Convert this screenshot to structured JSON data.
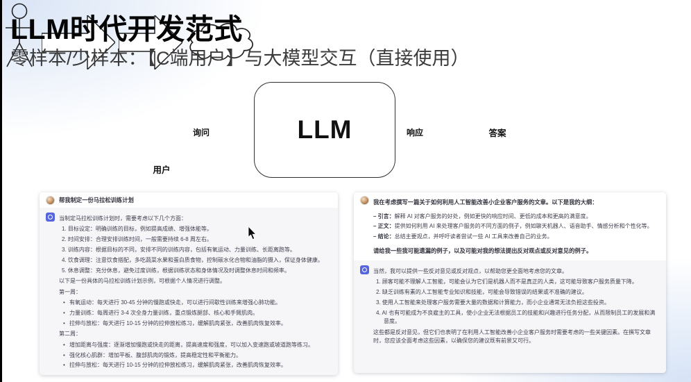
{
  "slide": {
    "title": "LLM时代开发范式",
    "subtitle": "零样本/少样本：【C端用户】与大模型交互（直接使用）"
  },
  "diagram": {
    "actor_label": "用户",
    "query_arrow_label": "询问",
    "model_label": "LLM",
    "response_arrow_label": "响应",
    "answer_label": "答案"
  },
  "left_chat": {
    "user_message": "帮我制定一份马拉松训练计划",
    "assistant": {
      "intro": "当制定马拉松训练计划时，需要考虑以下几个方面：",
      "numbered_items": [
        "1. 目标设定：明确训练的目标，例如提高成绩、增强体能等。",
        "2. 时间安排：合理安排训练时间，一般需要持续 6-8 周左右。",
        "3. 训练内容：根据目标的不同，安排不同的训练内容，包括有氧运动、力量训练、长距离跑等。",
        "4. 饮食调理：注意饮食搭配，多吃蔬菜水果和蛋白质食物，控制碳水化合物和油脂的摄入，保证身体健康。",
        "5. 休息调整：充分休息，避免过度训练，根据训练状态和身体情况及时调整休息时间和频率。"
      ],
      "middle": "以下是一份具体的马拉松训练计划示例，可根据个人情况进行调整。",
      "week1_heading": "第一周：",
      "week1_items": [
        "有氧运动：每天进行 30-45 分钟的慢跑或快走，可以进行间歇性训练来增强心肺功能。",
        "力量训练：每周进行 3-4 次全身力量训练，重点锻炼腿部、核心和手臂肌肉。",
        "拉伸与放松：每天进行 10-15 分钟的拉伸放松练习，缓解肌肉紧张，改善肌肉恢复效率。"
      ],
      "week2_heading": "第二周：",
      "week2_items": [
        "增加距离与强度：逐渐增加慢跑或快走的距离，提高速度和强度，可以加入变速跑或坡道跑等练习。",
        "强化核心肌群：增加平板、腹部肌肉的锻炼，提高稳定性和平衡能力。",
        "拉伸与放松：每天进行 10-15 分钟的拉伸放松练习，缓解肌肉紧张，改善肌肉恢复效率。"
      ]
    }
  },
  "right_chat": {
    "user": {
      "intro": "我在考虑撰写一篇关于如何利用人工智能改善小企业客户服务的文章。以下是我的大纲：",
      "outline_items": [
        {
          "label": "– 引言：",
          "text": "解释 AI 对客户服务的好处，例如更快的响应时间、更低的成本和更高的满意度。"
        },
        {
          "label": "– 正文：",
          "text": "提供如何利用 AI 来处理客户服务的不同方面的例子，例如聊天机器人、语音助手、情感分析和个性化等。"
        },
        {
          "label": "– 结论：",
          "text": "总结主要观点，并呼吁读者尝试一些 AI 工具来改善自己的业务。"
        }
      ],
      "closing": "请给我一些我可能遗漏的例子，以及可能对我的想法提出反对观点或反对意见的例子。"
    },
    "assistant": {
      "intro": "当然，我可以提供一些反对意见或反对观点，以帮助您更全面地考虑您的文章。",
      "numbered_items": [
        "1. 顾客可能不理解人工智能，可能会认为它们是机器人而不是真正的人类，这可能导致客户服务质量下降。",
        "2. 缺乏训练有素的人工智能专业知识和技能，可能会导致错误的结果或不准确的建议。",
        "3. 使用人工智能来处理客户服务需要大量的数据和计算能力，而小企业通常无法负担这些投资。",
        "4. AI 也有可能成为不良雇主的工具，使小企业无法根据员工的技能和兴趣进行任务分配，从而限制员工的发展和满意度。"
      ],
      "closing": "这些都是反对意见，但它们也表明了在利用人工智能改善小企业客户服务时需要考虑的一些关键因素。在撰写文章时，您应该全面考虑这些因素，以确保您的建议既有前景又可行。"
    }
  },
  "colors": {
    "assistant_avatar": "#5565e0",
    "ai_row_bg": "#f6f6f9",
    "accent_blue_corner": "#d7e3f5"
  }
}
